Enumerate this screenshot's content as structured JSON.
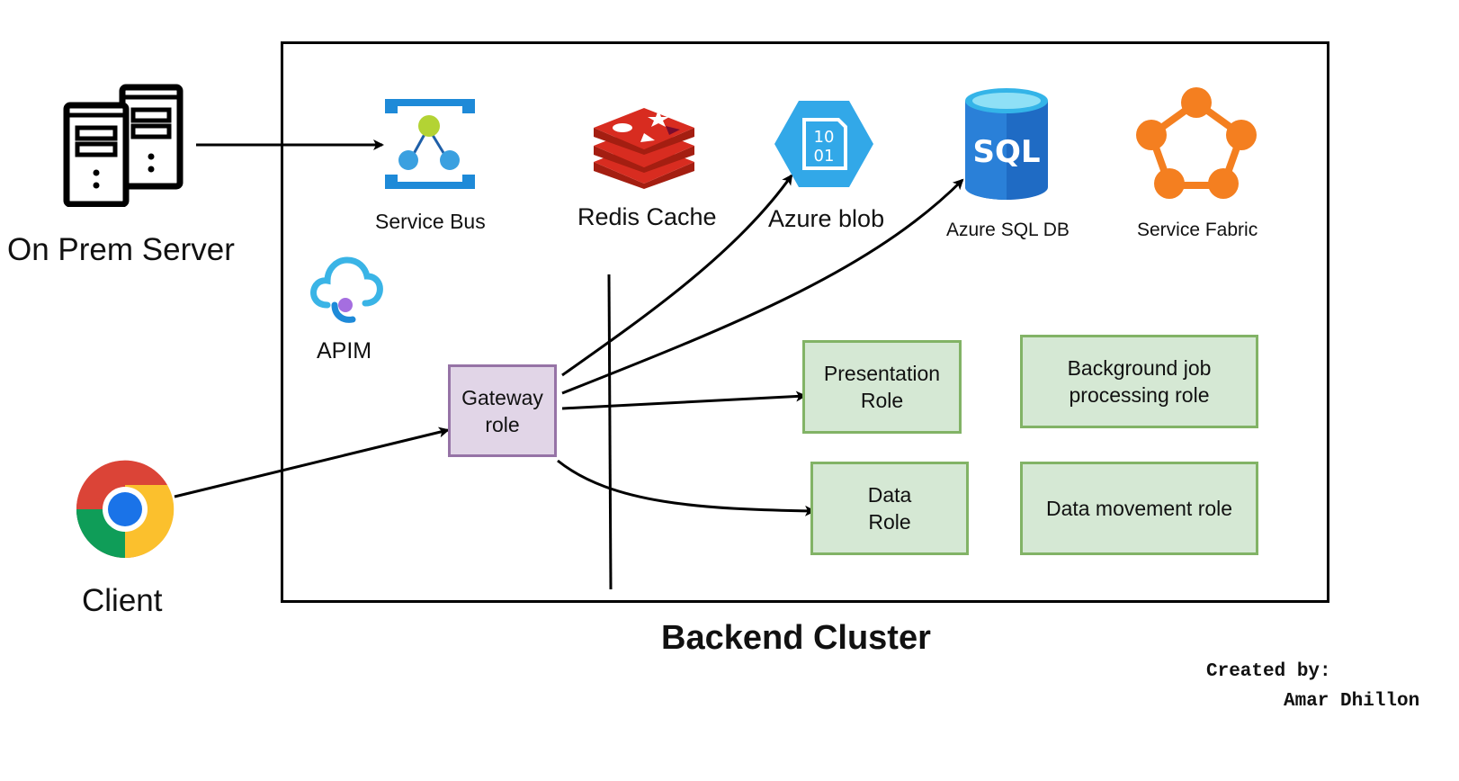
{
  "external": {
    "on_prem_label": "On Prem Server",
    "client_label": "Client"
  },
  "services": {
    "service_bus": "Service Bus",
    "redis_cache": "Redis Cache",
    "azure_blob": "Azure blob",
    "azure_blob_icon_text_1": "10",
    "azure_blob_icon_text_2": "01",
    "azure_sql_db": "Azure SQL DB",
    "sql_icon_text": "SQL",
    "service_fabric": "Service Fabric",
    "apim": "APIM"
  },
  "roles": {
    "gateway_line1": "Gateway",
    "gateway_line2": "role",
    "presentation_line1": "Presentation",
    "presentation_line2": "Role",
    "background_line1": "Background job",
    "background_line2": "processing role",
    "data_line1": "Data",
    "data_line2": "Role",
    "data_movement": "Data movement role"
  },
  "cluster_title": "Backend Cluster",
  "credit": {
    "line1": "Created by:",
    "line2": "Amar Dhillon"
  },
  "colors": {
    "role_fill": "#d5e8d4",
    "role_border": "#82b366",
    "gateway_fill": "#e1d5e7",
    "gateway_border": "#9673a6",
    "azure_blue": "#1e8ad8",
    "redis_red": "#c6302b",
    "fabric_orange": "#f47f20"
  }
}
